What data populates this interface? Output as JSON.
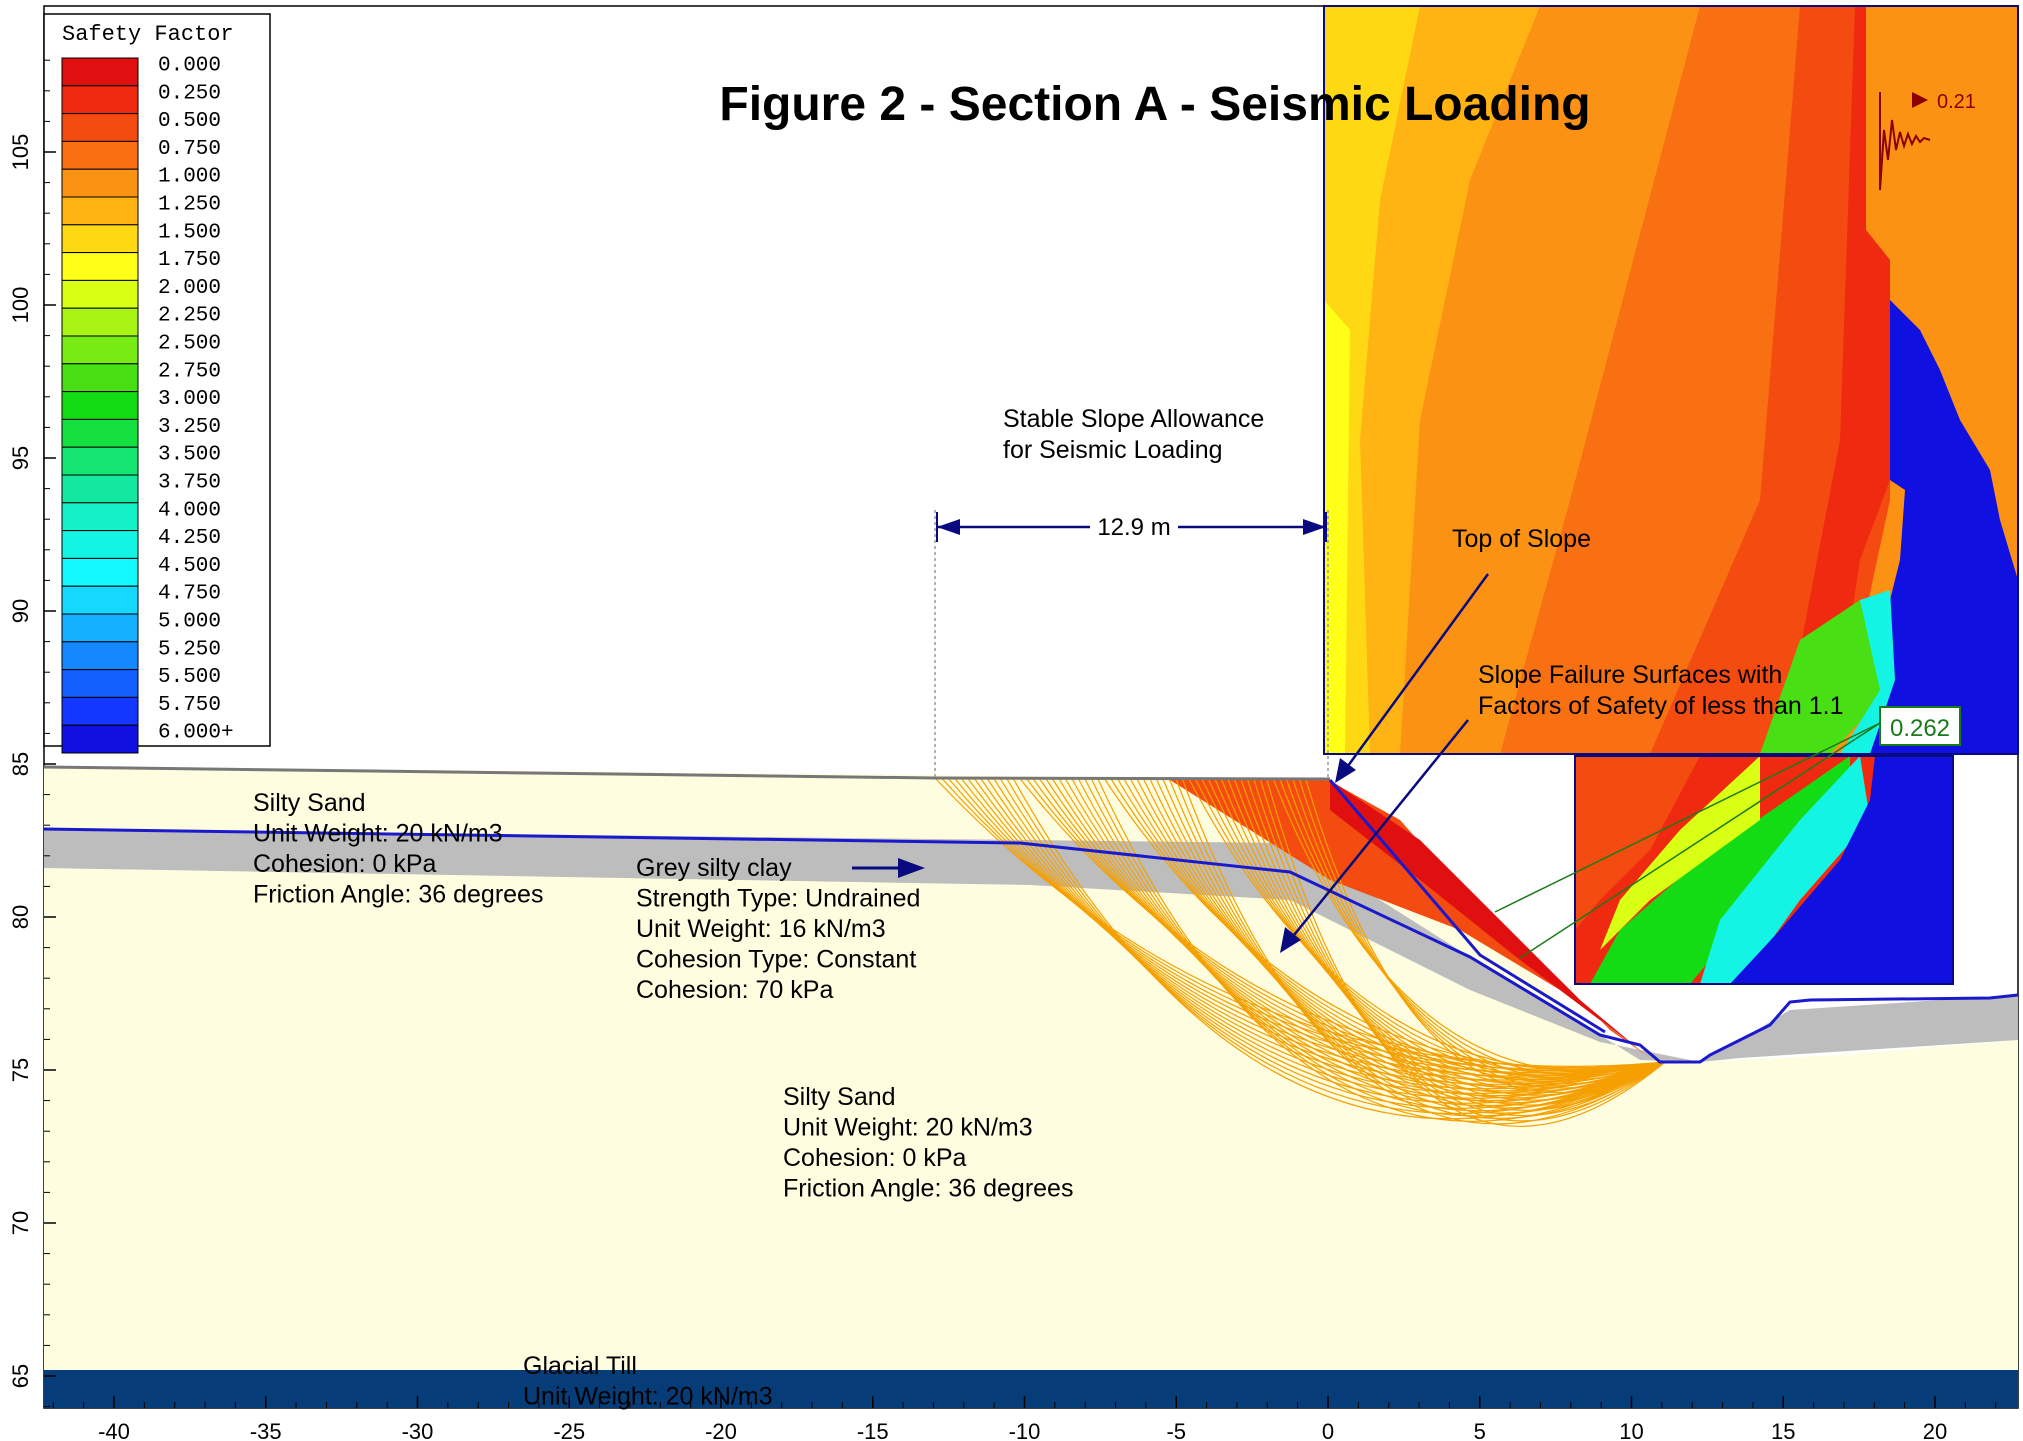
{
  "title": "Figure 2 - Section A - Seismic Loading",
  "legend": {
    "title": "Safety Factor",
    "entries": [
      {
        "label": "0.000",
        "color": "#e01010"
      },
      {
        "label": "0.250",
        "color": "#f02a10"
      },
      {
        "label": "0.500",
        "color": "#f44c10"
      },
      {
        "label": "0.750",
        "color": "#f87012"
      },
      {
        "label": "1.000",
        "color": "#fc9214"
      },
      {
        "label": "1.250",
        "color": "#ffb414"
      },
      {
        "label": "1.500",
        "color": "#ffd814"
      },
      {
        "label": "1.750",
        "color": "#ffff18"
      },
      {
        "label": "2.000",
        "color": "#d8ff14"
      },
      {
        "label": "2.250",
        "color": "#a8f414"
      },
      {
        "label": "2.500",
        "color": "#78ea14"
      },
      {
        "label": "2.750",
        "color": "#48e014"
      },
      {
        "label": "3.000",
        "color": "#14dc14"
      },
      {
        "label": "3.250",
        "color": "#14e040"
      },
      {
        "label": "3.500",
        "color": "#14e470"
      },
      {
        "label": "3.750",
        "color": "#14e8a0"
      },
      {
        "label": "4.000",
        "color": "#14f0c8"
      },
      {
        "label": "4.250",
        "color": "#14f4e4"
      },
      {
        "label": "4.500",
        "color": "#14f8ff"
      },
      {
        "label": "4.750",
        "color": "#14d8ff"
      },
      {
        "label": "5.000",
        "color": "#14b0ff"
      },
      {
        "label": "5.250",
        "color": "#1488ff"
      },
      {
        "label": "5.500",
        "color": "#1460ff"
      },
      {
        "label": "5.750",
        "color": "#1438ff"
      },
      {
        "label": "6.000+",
        "color": "#1010e0"
      }
    ]
  },
  "axes": {
    "x_ticks": [
      "-40",
      "-35",
      "-30",
      "-25",
      "-20",
      "-15",
      "-10",
      "-5",
      "0",
      "5",
      "10",
      "15",
      "20"
    ],
    "y_ticks": [
      "65",
      "70",
      "75",
      "80",
      "85",
      "90",
      "95",
      "100",
      "105"
    ]
  },
  "labels": {
    "silty_sand_top": [
      "Silty Sand",
      "Unit Weight: 20 kN/m3",
      "Cohesion: 0 kPa",
      "Friction Angle: 36 degrees"
    ],
    "grey_clay": [
      "Grey silty clay",
      "Strength Type: Undrained",
      "Unit Weight: 16 kN/m3",
      "Cohesion Type: Constant",
      "Cohesion: 70 kPa"
    ],
    "silty_sand_bottom": [
      "Silty Sand",
      "Unit Weight: 20 kN/m3",
      "Cohesion: 0 kPa",
      "Friction Angle: 36 degrees"
    ],
    "glacial_till": [
      "Glacial Till",
      "Unit Weight: 20 kN/m3"
    ],
    "allowance": [
      "Stable Slope Allowance",
      "for Seismic Loading"
    ],
    "dimension": "12.9 m",
    "top_of_slope": "Top of Slope",
    "failure_surfaces": [
      "Slope Failure Surfaces with",
      "Factors of Safety of less than 1.1"
    ],
    "min_fs": "0.262",
    "seismic_coefficient": "0.21"
  },
  "colors": {
    "silty_sand": "#fffde0",
    "grey_clay": "#bdbdbd",
    "glacial_till": "#063d78",
    "boundary": "#1a1acc",
    "failure_surface": "#f5a000",
    "annotation": "#0a0a80",
    "seismic": "#8b0000",
    "min_fs": "#1a7a1a"
  }
}
